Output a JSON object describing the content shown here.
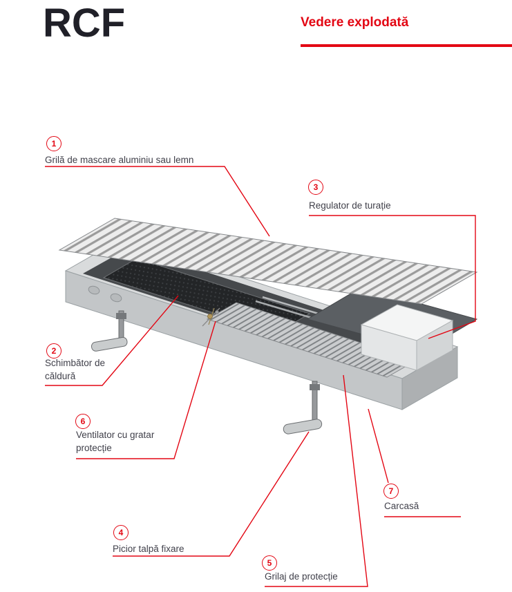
{
  "header": {
    "product_code": "RCF",
    "view_title": "Vedere explodată"
  },
  "callouts": [
    {
      "number": "1",
      "label": "Grilă de mascare aluminiu sau lemn"
    },
    {
      "number": "2",
      "label": "Schimbător de căldură"
    },
    {
      "number": "3",
      "label": "Regulator de turație"
    },
    {
      "number": "4",
      "label": "Picior talpă fixare"
    },
    {
      "number": "5",
      "label": "Grilaj de protecție"
    },
    {
      "number": "6",
      "label": "Ventilator cu gratar protecție"
    },
    {
      "number": "7",
      "label": "Carcasă"
    }
  ],
  "colors": {
    "accent_red": "#e30613",
    "title_ink": "#202028",
    "label_ink": "#3f3f49"
  },
  "illustration_parts": [
    "masking-grille",
    "heat-exchanger",
    "speed-regulator",
    "fixing-foot",
    "protection-grille",
    "fan-deck",
    "casing"
  ]
}
